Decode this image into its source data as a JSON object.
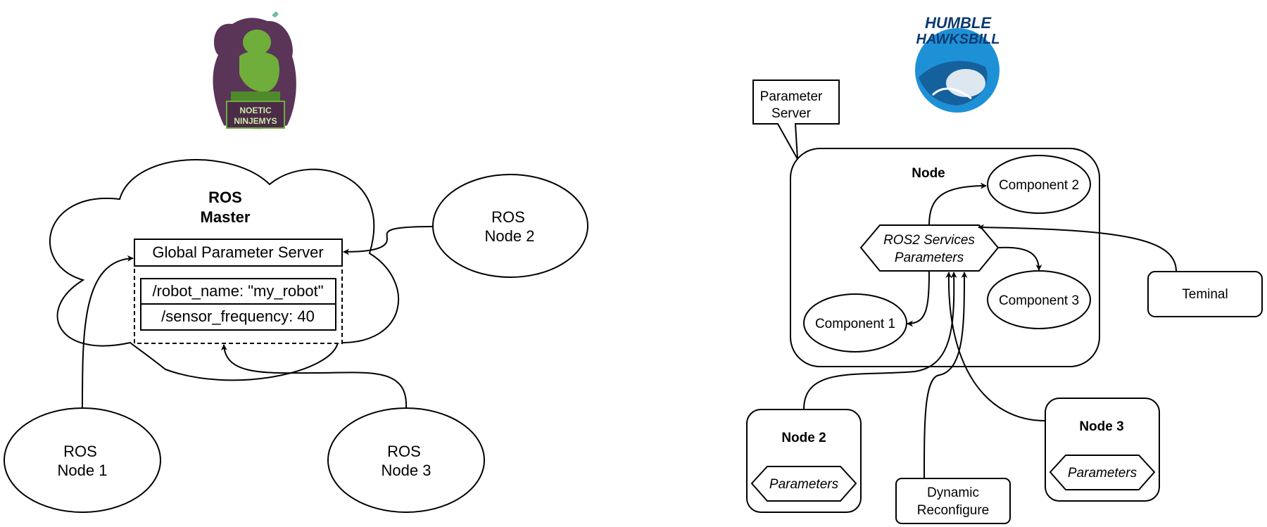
{
  "left": {
    "logo": {
      "line1": "NOETIC",
      "line2": "NINJEMYS",
      "bg": "#5a3558",
      "frog": "#6fae3a"
    },
    "master_title": [
      "ROS",
      "Master"
    ],
    "param_server": "Global Parameter Server",
    "params": [
      "/robot_name: \"my_robot\"",
      "/sensor_frequency: 40"
    ],
    "node1": [
      "ROS",
      "Node 1"
    ],
    "node2": [
      "ROS",
      "Node 2"
    ],
    "node3": [
      "ROS",
      "Node 3"
    ]
  },
  "right": {
    "logo": {
      "line1": "HUMBLE",
      "line2": "HAWKSBILL",
      "color": "#1e90d6",
      "dark": "#0c3a70"
    },
    "callout": [
      "Parameter",
      "Server"
    ],
    "node_title": "Node",
    "services": [
      "ROS2 Services",
      "Parameters"
    ],
    "component1": "Component 1",
    "component2": "Component 2",
    "component3": "Component 3",
    "terminal": "Teminal",
    "node2_title": "Node 2",
    "node2_params": "Parameters",
    "node3_title": "Node 3",
    "node3_params": "Parameters",
    "dynamic": [
      "Dynamic",
      "Reconfigure"
    ]
  }
}
